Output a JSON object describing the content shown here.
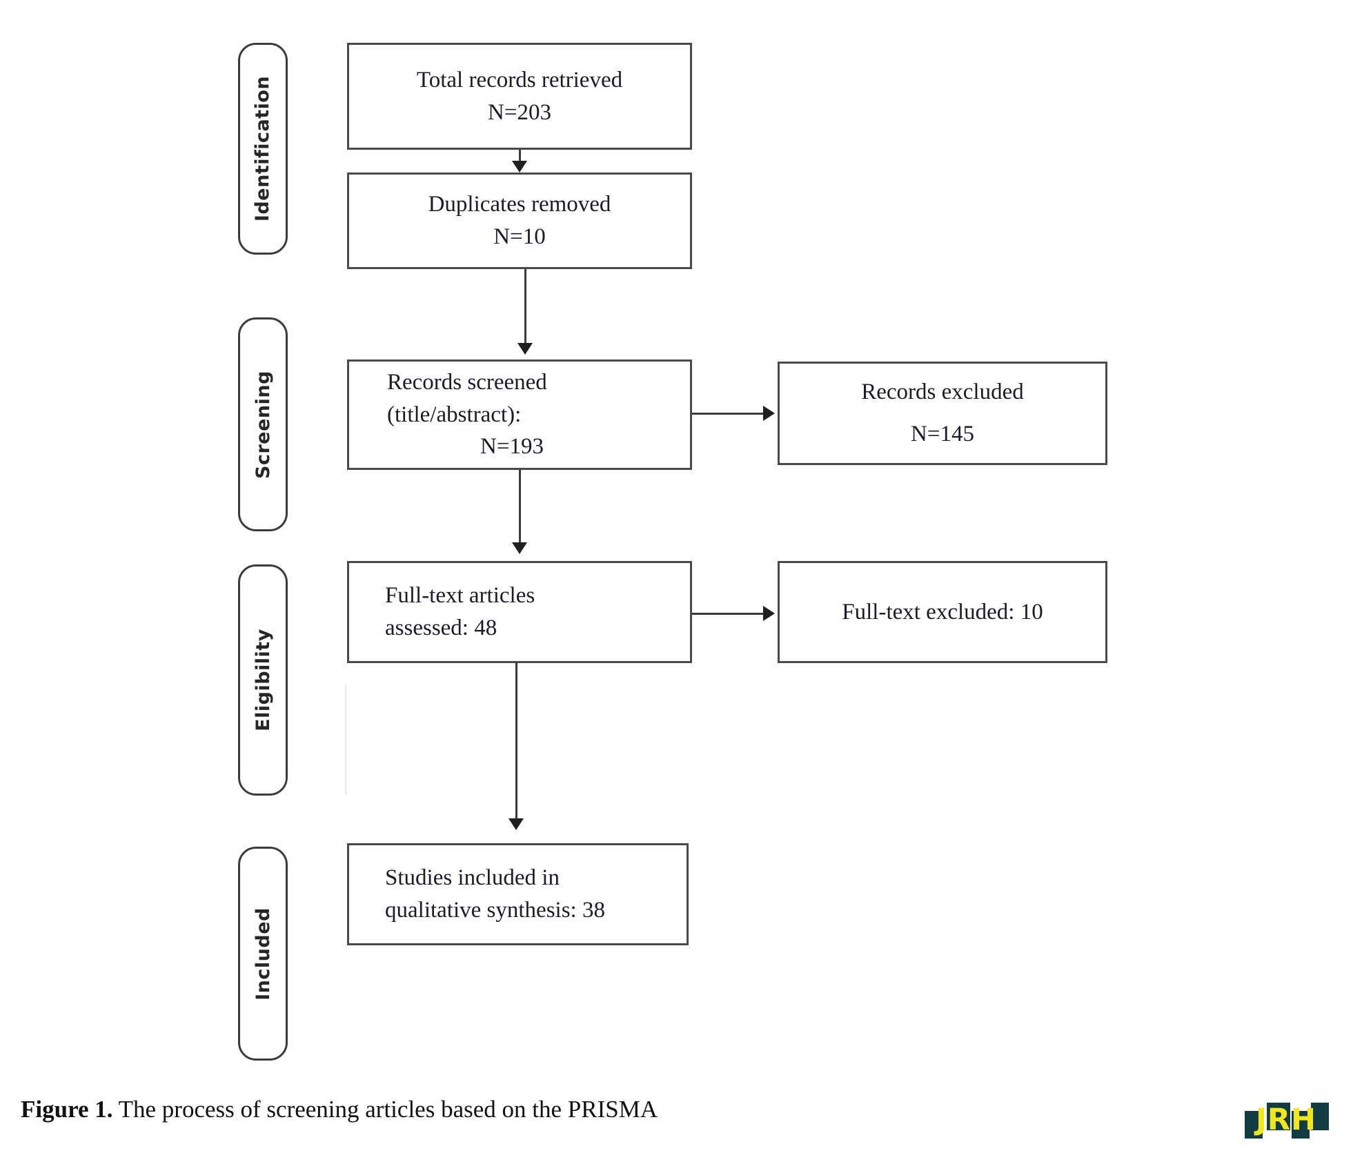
{
  "figure": {
    "caption_label": "Figure 1.",
    "caption_text": " The process of screening articles based on the PRISMA",
    "logo_text": "JRH",
    "logo_colors": {
      "letters": "#f2e61c",
      "bars": "#123b42"
    }
  },
  "phases": [
    {
      "id": "identification",
      "label": "Identification"
    },
    {
      "id": "screening",
      "label": "Screening"
    },
    {
      "id": "eligibility",
      "label": "Eligibility"
    },
    {
      "id": "included",
      "label": "Included"
    }
  ],
  "nodes": {
    "total_records": {
      "line1": "Total records retrieved",
      "line2": "N=203"
    },
    "duplicates_removed": {
      "line1": "Duplicates removed",
      "line2": "N=10"
    },
    "records_screened": {
      "line1": "Records screened",
      "line2": "(title/abstract):",
      "line3": "N=193"
    },
    "records_excluded": {
      "line1": "Records excluded",
      "line2": "N=145"
    },
    "fulltext_assessed": {
      "line1": "Full-text articles",
      "line2": "assessed: 48"
    },
    "fulltext_excluded": {
      "line1": "Full-text excluded: 10"
    },
    "studies_included": {
      "line1": "Studies included in",
      "line2": "qualitative synthesis: 38"
    }
  },
  "chart_data": {
    "type": "diagram",
    "title": "PRISMA flow diagram",
    "stages": [
      "Identification",
      "Screening",
      "Eligibility",
      "Included"
    ],
    "nodes": [
      {
        "id": "total_records",
        "stage": "Identification",
        "label": "Total records retrieved",
        "n": 203
      },
      {
        "id": "duplicates_removed",
        "stage": "Identification",
        "label": "Duplicates removed",
        "n": 10
      },
      {
        "id": "records_screened",
        "stage": "Screening",
        "label": "Records screened (title/abstract)",
        "n": 193
      },
      {
        "id": "records_excluded",
        "stage": "Screening",
        "label": "Records excluded",
        "n": 145
      },
      {
        "id": "fulltext_assessed",
        "stage": "Eligibility",
        "label": "Full-text articles assessed",
        "n": 48
      },
      {
        "id": "fulltext_excluded",
        "stage": "Eligibility",
        "label": "Full-text excluded",
        "n": 10
      },
      {
        "id": "studies_included",
        "stage": "Included",
        "label": "Studies included in qualitative synthesis",
        "n": 38
      }
    ],
    "edges": [
      {
        "from": "total_records",
        "to": "duplicates_removed",
        "direction": "down"
      },
      {
        "from": "duplicates_removed",
        "to": "records_screened",
        "direction": "down"
      },
      {
        "from": "records_screened",
        "to": "records_excluded",
        "direction": "right"
      },
      {
        "from": "records_screened",
        "to": "fulltext_assessed",
        "direction": "down"
      },
      {
        "from": "fulltext_assessed",
        "to": "fulltext_excluded",
        "direction": "right"
      },
      {
        "from": "fulltext_assessed",
        "to": "studies_included",
        "direction": "down"
      }
    ]
  }
}
